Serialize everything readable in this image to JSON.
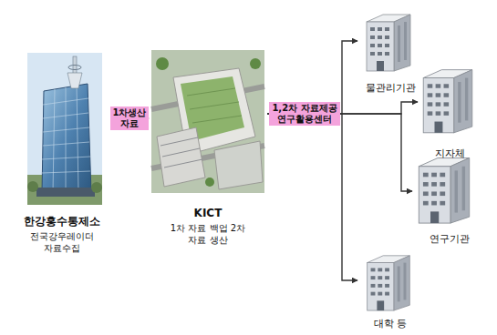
{
  "diagram": {
    "nodes": [
      {
        "text": [
          "한강홍수통제소",
          "전국강우레이더 자료수집"
        ]
      },
      {
        "text": [
          "KICT",
          "1차 자료 백업 2차 자료 생산"
        ]
      },
      {
        "text": [
          "물관리기관"
        ]
      },
      {
        "text": [
          "지자체"
        ]
      },
      {
        "text": [
          "연구기관"
        ]
      },
      {
        "text": [
          "대학 등"
        ]
      }
    ],
    "edges": [
      {
        "from": 0,
        "to": 1,
        "arrow": "to",
        "label": "1차생산 자료"
      },
      {
        "from": 1,
        "to": 2,
        "arrow": "to",
        "label": "1,2차 자료제공 연구활용센터"
      },
      {
        "from": 1,
        "to": 3,
        "arrow": "to"
      },
      {
        "from": 1,
        "to": 4,
        "arrow": "to"
      },
      {
        "from": 1,
        "to": 5,
        "arrow": "to"
      }
    ]
  }
}
